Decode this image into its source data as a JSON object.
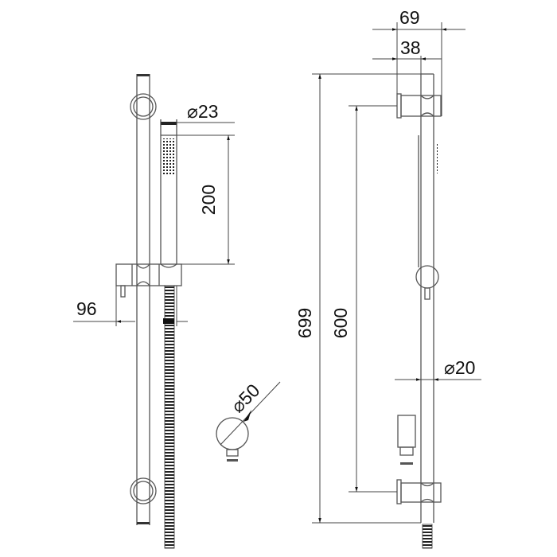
{
  "drawing": {
    "title": "Shower rail set technical drawing",
    "colors": {
      "line": "#555555",
      "dimension": "#444444",
      "text": "#111111",
      "background": "#ffffff"
    },
    "left_view": {
      "dimensions": {
        "handset_diameter": {
          "symbol": "⌀",
          "value": "23"
        },
        "handset_length": "200",
        "slider_projection": "96"
      }
    },
    "outlet_detail": {
      "dimensions": {
        "outlet_diameter": {
          "symbol": "⌀",
          "value": "50"
        }
      }
    },
    "right_view": {
      "dimensions": {
        "bracket_projection": "69",
        "bracket_depth": "38",
        "total_height": "699",
        "bracket_centers": "600",
        "rail_diameter": {
          "symbol": "⌀",
          "value": "20"
        }
      }
    }
  }
}
